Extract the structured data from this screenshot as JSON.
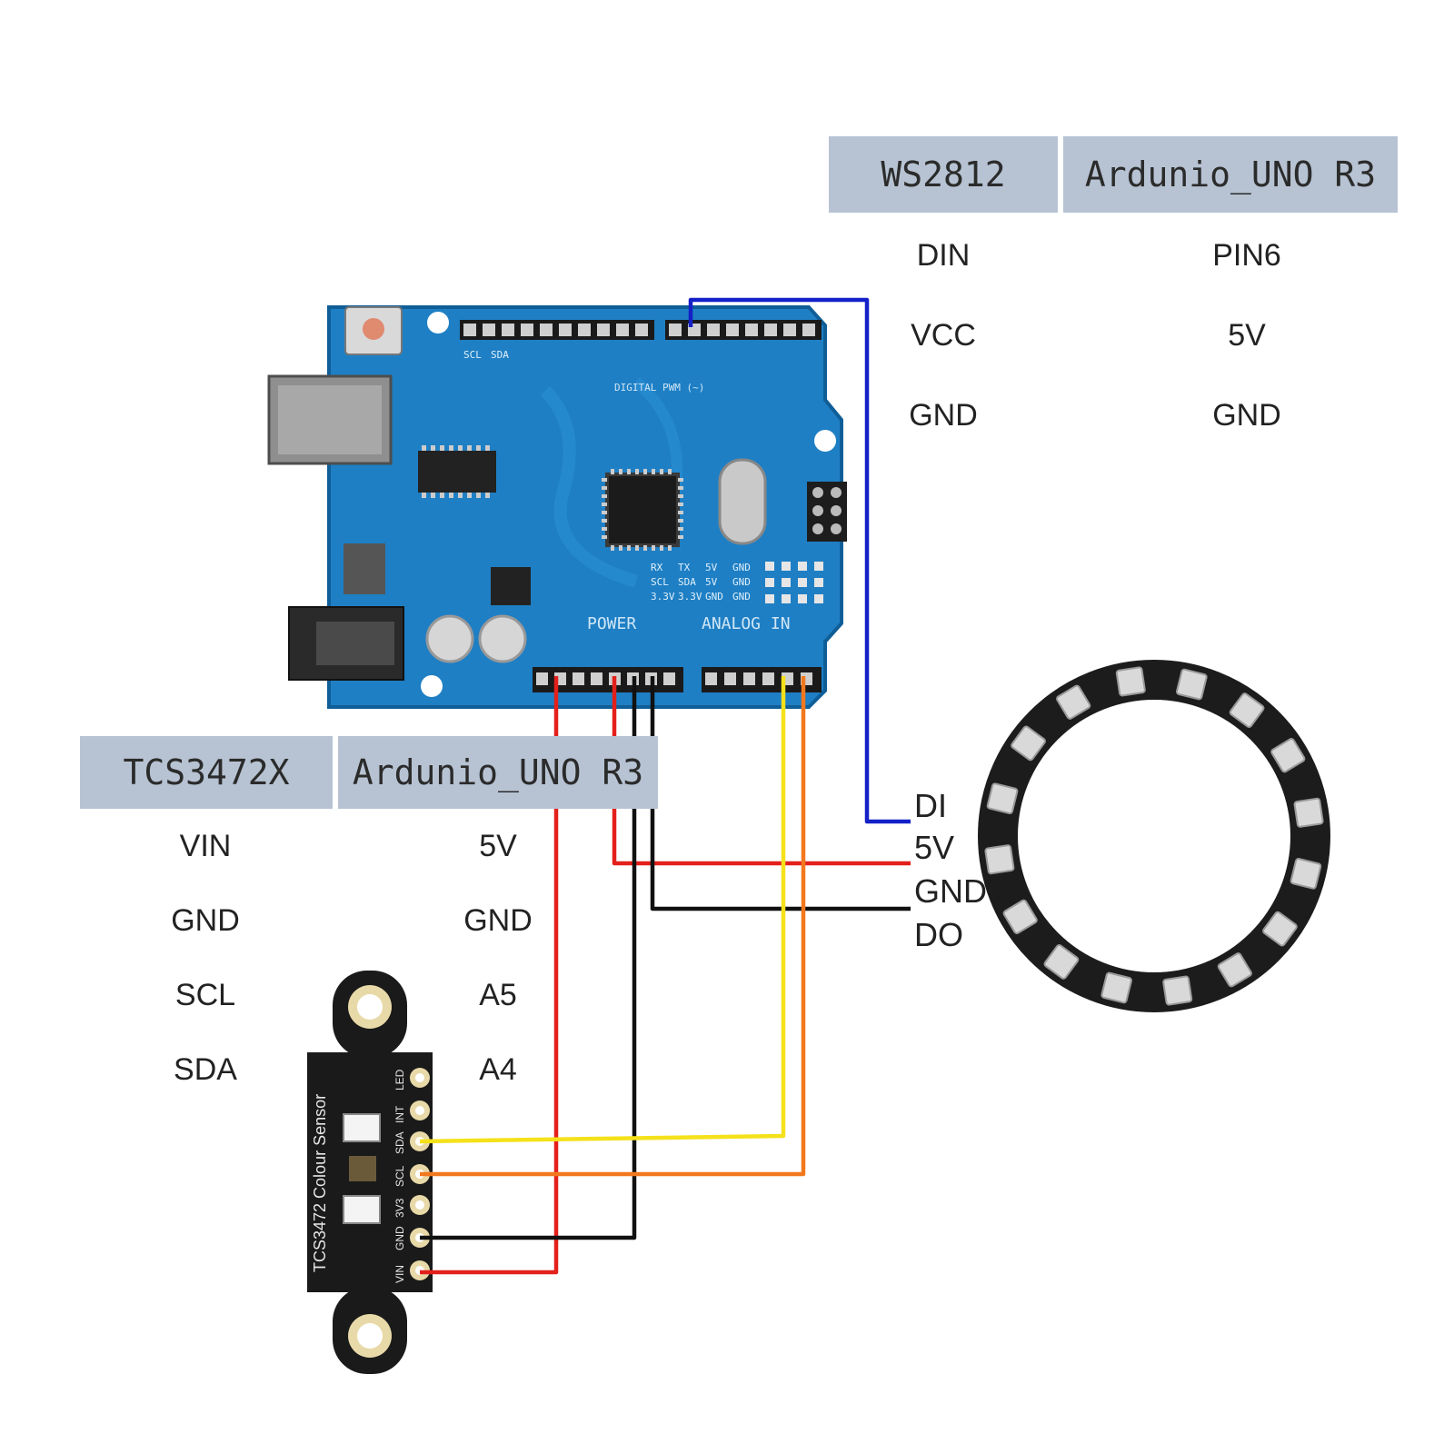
{
  "ws_table": {
    "col1_header": "WS2812",
    "col2_header": "Ardunio_UNO R3",
    "rows": [
      {
        "a": "DIN",
        "b": "PIN6"
      },
      {
        "a": "VCC",
        "b": "5V"
      },
      {
        "a": "GND",
        "b": "GND"
      }
    ]
  },
  "tcs_table": {
    "col1_header": "TCS3472X",
    "col2_header": "Ardunio_UNO R3",
    "rows": [
      {
        "a": "VIN",
        "b": "5V"
      },
      {
        "a": "GND",
        "b": "GND"
      },
      {
        "a": "SCL",
        "b": "A5"
      },
      {
        "a": "SDA",
        "b": "A4"
      }
    ]
  },
  "ring_pins": [
    "DI",
    "5V",
    "GND",
    "DO"
  ],
  "arduino_board": {
    "power_label": "POWER",
    "analog_label": "ANALOG IN",
    "digital_label": "DIGITAL PWM (~)",
    "top_left_pins": [
      "SCL",
      "SDA"
    ],
    "icsp_labels": [
      [
        "RX",
        "TX",
        "5V",
        "GND"
      ],
      [
        "SCL",
        "SDA",
        "5V",
        "GND"
      ],
      [
        "3.3V",
        "3.3V",
        "GND",
        "GND"
      ]
    ],
    "color": "#1f7fc4"
  },
  "sensor_board": {
    "title": "TCS3472 Colour Sensor",
    "pins": [
      "VIN",
      "GND",
      "3V3",
      "SCL",
      "SDA",
      "INT",
      "LED"
    ]
  },
  "neopixel_ring": {
    "led_count": 16
  },
  "wire_colors": {
    "red": "#e3201b",
    "black": "#111111",
    "yellow": "#f5e11a",
    "orange": "#f2781e",
    "blue": "#1420c8"
  }
}
